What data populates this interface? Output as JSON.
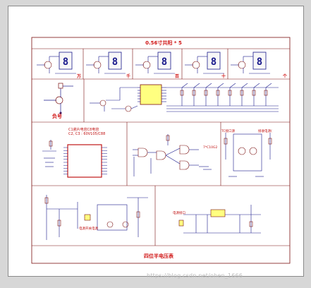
{
  "sheet": {
    "title": "0.56寸共阳 * 5",
    "digit_labels": [
      "万",
      "千",
      "百",
      "十",
      "个"
    ],
    "seg_digit_text": "8",
    "neg_label": "负号",
    "capacitor_note_line1": "C1瓷片电容C8电容",
    "capacitor_note_line2": "C2, C3 : 60V105/C88",
    "mid_tiny_label": "7*C10G2",
    "right_label_left": "TC接口源",
    "right_label_right": "接收电源(",
    "power_tiny_label": "电源接口",
    "lower_tiny_label": "电源开关电源",
    "footer_title": "四位半电压表"
  },
  "watermark": "https://blog.csdn.net/ohen_1666",
  "colors": {
    "wire": "#1a1a8c",
    "part": "#7a1010",
    "accent": "#d01515",
    "chip": "#c01818",
    "ic_fill": "#ffff80",
    "display_fill": "#f7f7f7"
  }
}
